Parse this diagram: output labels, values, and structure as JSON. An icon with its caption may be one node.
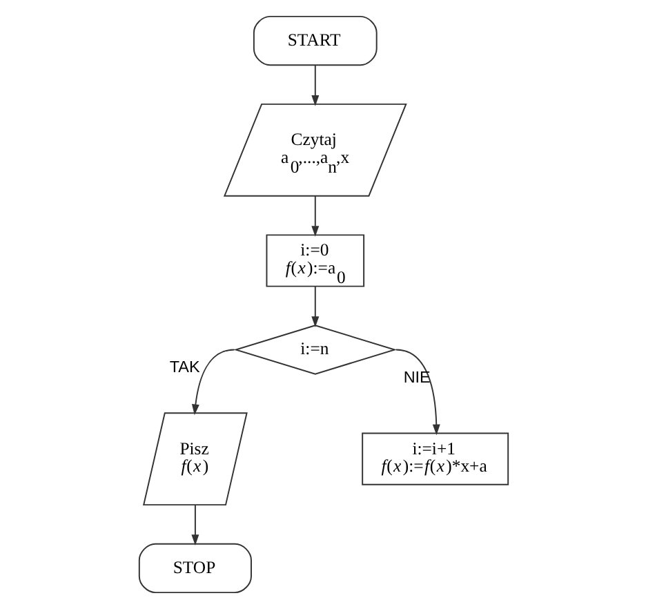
{
  "diagram": {
    "nodes": [
      {
        "text": [
          "START"
        ]
      },
      {
        "text": [
          "Czytaj",
          "a$_{0}$,...,a$_{n}$,x"
        ]
      },
      {
        "text": [
          "i:=0",
          "*f*(*x*):=a$_{0}$"
        ]
      },
      {
        "text": [
          "i:=n"
        ]
      },
      {
        "text": [
          "Pisz",
          "*f*(*x*)"
        ]
      },
      {
        "text": [
          "i:=i+1",
          "*f*(*x*):=*f*(*x*)*x+a"
        ]
      },
      {
        "text": [
          "STOP"
        ]
      }
    ],
    "edges": [
      {
        "from": 0,
        "to": 1,
        "arrow": "to"
      },
      {
        "from": 1,
        "to": 2,
        "arrow": "to"
      },
      {
        "from": 2,
        "to": 3,
        "arrow": "to"
      },
      {
        "from": 3,
        "to": 4,
        "arrow": "to",
        "label": "TAK"
      },
      {
        "from": 3,
        "to": 5,
        "arrow": "to",
        "label": "NIE"
      },
      {
        "from": 4,
        "to": 6,
        "arrow": "to"
      }
    ]
  }
}
